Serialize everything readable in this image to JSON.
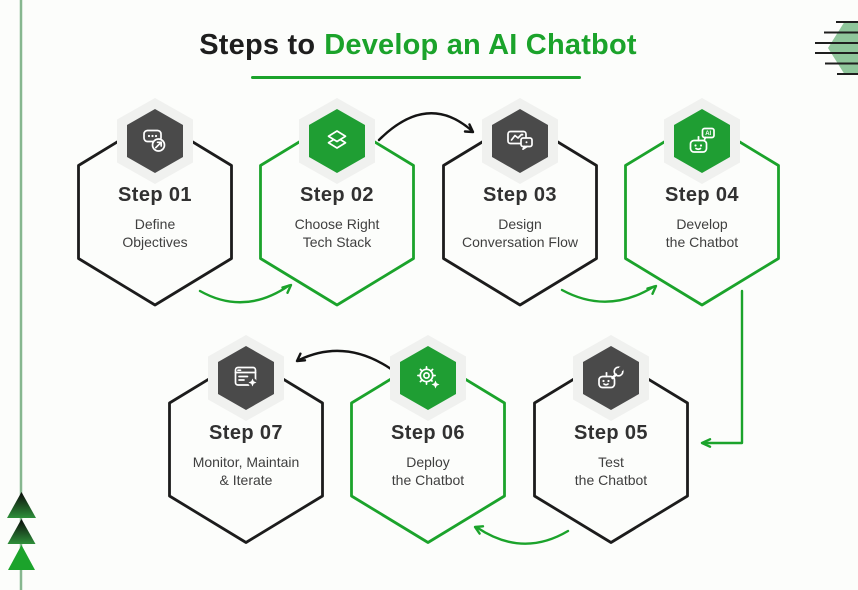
{
  "title": {
    "prefix": "Steps to",
    "highlight": "Develop an AI Chatbot"
  },
  "colors": {
    "background": "#fcfdfb",
    "ink": "#1e1e1e",
    "accent_green": "#1ba32b",
    "badge_green": "#1f9e33",
    "badge_dark": "#4a4a4a",
    "outline_dark": "#1c1c1c",
    "halo_gray": "#f0f1ef",
    "muted_green": "#86b78f",
    "light_green": "#8fc69b"
  },
  "steps": [
    {
      "label": "Step 01",
      "desc_line1": "Define",
      "desc_line2": "Objectives",
      "icon": "chat-objective-icon",
      "theme": "dark"
    },
    {
      "label": "Step 02",
      "desc_line1": "Choose Right",
      "desc_line2": "Tech Stack",
      "icon": "layers-icon",
      "theme": "green"
    },
    {
      "label": "Step 03",
      "desc_line1": "Design",
      "desc_line2": "Conversation Flow",
      "icon": "conversation-flow-icon",
      "theme": "dark"
    },
    {
      "label": "Step 04",
      "desc_line1": "Develop",
      "desc_line2": "the Chatbot",
      "icon": "ai-robot-icon",
      "theme": "green",
      "icon_label": "AI"
    },
    {
      "label": "Step 05",
      "desc_line1": "Test",
      "desc_line2": "the Chatbot",
      "icon": "robot-wrench-icon",
      "theme": "dark"
    },
    {
      "label": "Step 06",
      "desc_line1": "Deploy",
      "desc_line2": "the Chatbot",
      "icon": "gear-sparkle-icon",
      "theme": "green"
    },
    {
      "label": "Step 07",
      "desc_line1": "Monitor, Maintain",
      "desc_line2": "& Iterate",
      "icon": "browser-sparkle-icon",
      "theme": "dark"
    }
  ]
}
